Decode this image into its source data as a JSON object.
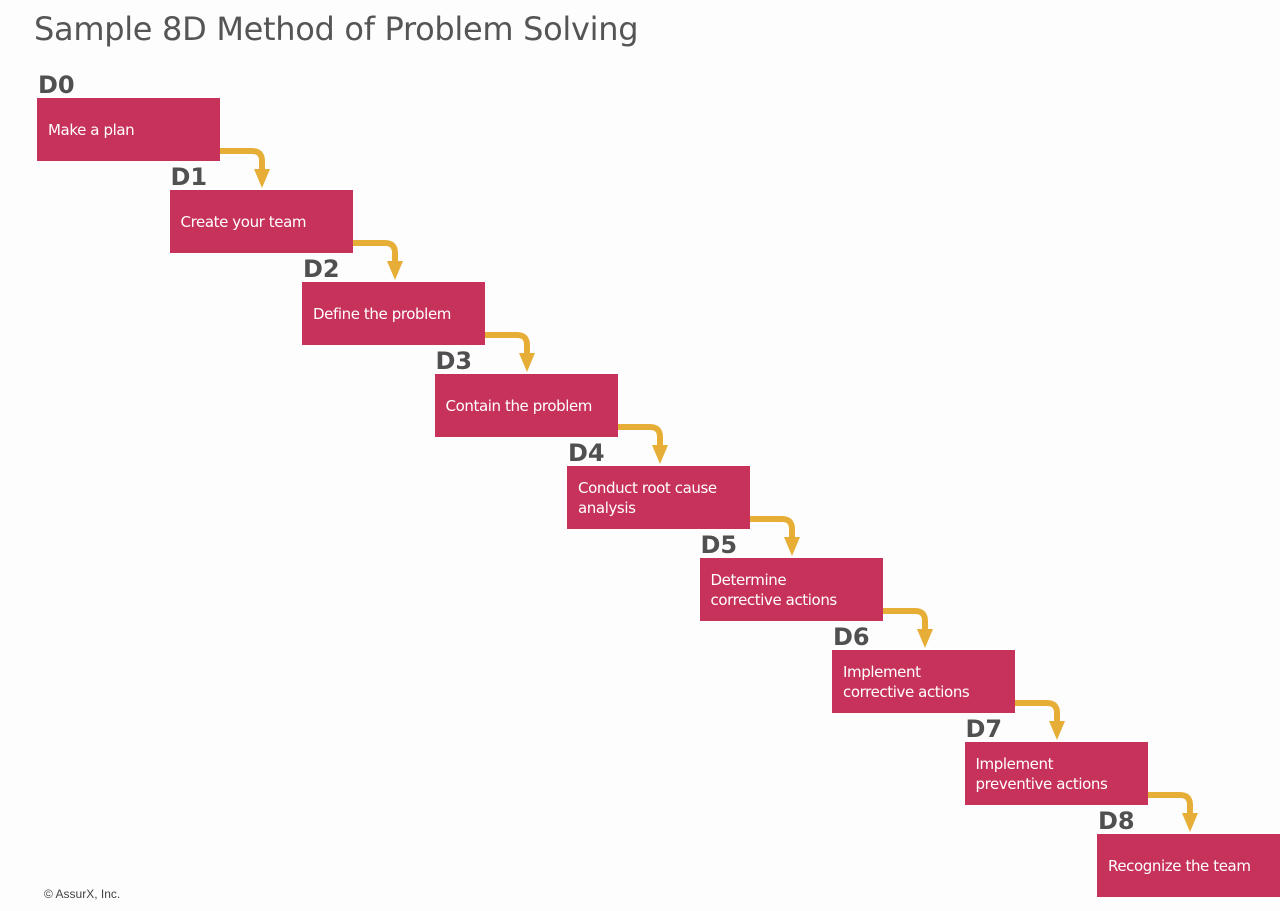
{
  "title": "Sample 8D Method of Problem Solving",
  "colors": {
    "box": "#c7325a",
    "arrow": "#e6ae36",
    "label": "#505050",
    "title": "#555555"
  },
  "steps": [
    {
      "id": "D0",
      "text": "Make a plan"
    },
    {
      "id": "D1",
      "text": "Create your team"
    },
    {
      "id": "D2",
      "text": "Define the problem"
    },
    {
      "id": "D3",
      "text": "Contain the problem"
    },
    {
      "id": "D4",
      "text": "Conduct root cause analysis"
    },
    {
      "id": "D5",
      "text": "Determine corrective actions"
    },
    {
      "id": "D6",
      "text": "Implement corrective actions"
    },
    {
      "id": "D7",
      "text": "Implement preventive actions"
    },
    {
      "id": "D8",
      "text": "Recognize the team"
    }
  ],
  "footer": "© AssurX, Inc."
}
